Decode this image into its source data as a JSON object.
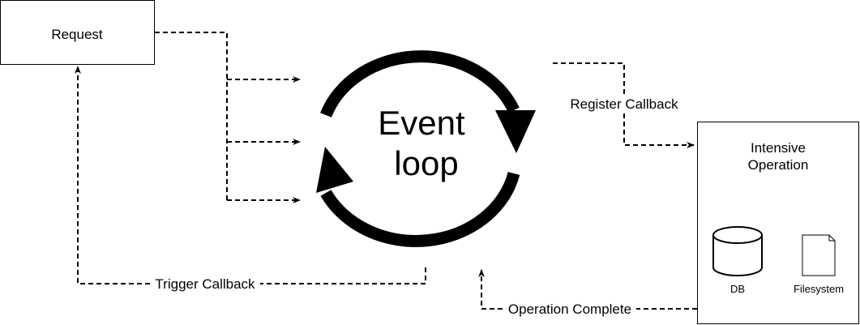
{
  "nodes": {
    "request": {
      "label": "Request"
    },
    "event_loop": {
      "line1": "Event",
      "line2": "loop"
    },
    "intensive_operation": {
      "line1": "Intensive",
      "line2": "Operation"
    },
    "db": {
      "label": "DB"
    },
    "filesystem": {
      "label": "Filesystem"
    }
  },
  "edges": {
    "register_callback": {
      "label": "Register Callback"
    },
    "trigger_callback": {
      "label": "Trigger Callback"
    },
    "operation_complete": {
      "label": "Operation Complete"
    }
  },
  "colors": {
    "stroke": "#000000",
    "background": "#ffffff"
  }
}
